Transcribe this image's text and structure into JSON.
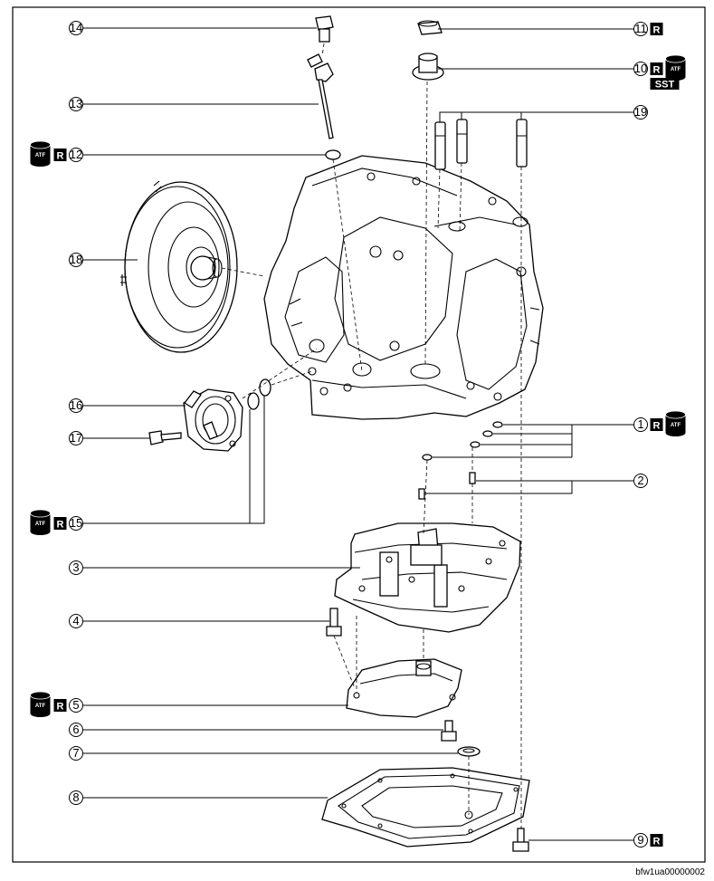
{
  "callouts": [
    {
      "num": "1",
      "badges": [
        "R"
      ],
      "atf": true,
      "sst": false,
      "side": "right"
    },
    {
      "num": "2",
      "badges": [],
      "atf": false,
      "sst": false,
      "side": "right"
    },
    {
      "num": "3",
      "badges": [],
      "atf": false,
      "sst": false,
      "side": "left"
    },
    {
      "num": "4",
      "badges": [],
      "atf": false,
      "sst": false,
      "side": "left"
    },
    {
      "num": "5",
      "badges": [
        "R"
      ],
      "atf": true,
      "sst": false,
      "side": "left"
    },
    {
      "num": "6",
      "badges": [],
      "atf": false,
      "sst": false,
      "side": "left"
    },
    {
      "num": "7",
      "badges": [],
      "atf": false,
      "sst": false,
      "side": "left"
    },
    {
      "num": "8",
      "badges": [],
      "atf": false,
      "sst": false,
      "side": "left"
    },
    {
      "num": "9",
      "badges": [
        "R"
      ],
      "atf": false,
      "sst": false,
      "side": "right"
    },
    {
      "num": "10",
      "badges": [
        "R"
      ],
      "atf": true,
      "sst": true,
      "side": "right"
    },
    {
      "num": "11",
      "badges": [
        "R"
      ],
      "atf": false,
      "sst": false,
      "side": "right"
    },
    {
      "num": "12",
      "badges": [
        "R"
      ],
      "atf": true,
      "sst": false,
      "side": "left"
    },
    {
      "num": "13",
      "badges": [],
      "atf": false,
      "sst": false,
      "side": "left"
    },
    {
      "num": "14",
      "badges": [],
      "atf": false,
      "sst": false,
      "side": "left"
    },
    {
      "num": "15",
      "badges": [
        "R"
      ],
      "atf": true,
      "sst": false,
      "side": "left"
    },
    {
      "num": "16",
      "badges": [],
      "atf": false,
      "sst": false,
      "side": "left"
    },
    {
      "num": "17",
      "badges": [],
      "atf": false,
      "sst": false,
      "side": "left"
    },
    {
      "num": "18",
      "badges": [],
      "atf": false,
      "sst": false,
      "side": "left"
    },
    {
      "num": "19",
      "badges": [],
      "atf": false,
      "sst": false,
      "side": "right"
    }
  ],
  "icons": {
    "atf_label": "ATF",
    "sst_label": "SST",
    "replace_label": "R"
  },
  "reference_code": "bfw1ua00000002",
  "colors": {
    "line": "#000000",
    "badge": "#000000",
    "badge_text": "#ffffff"
  }
}
